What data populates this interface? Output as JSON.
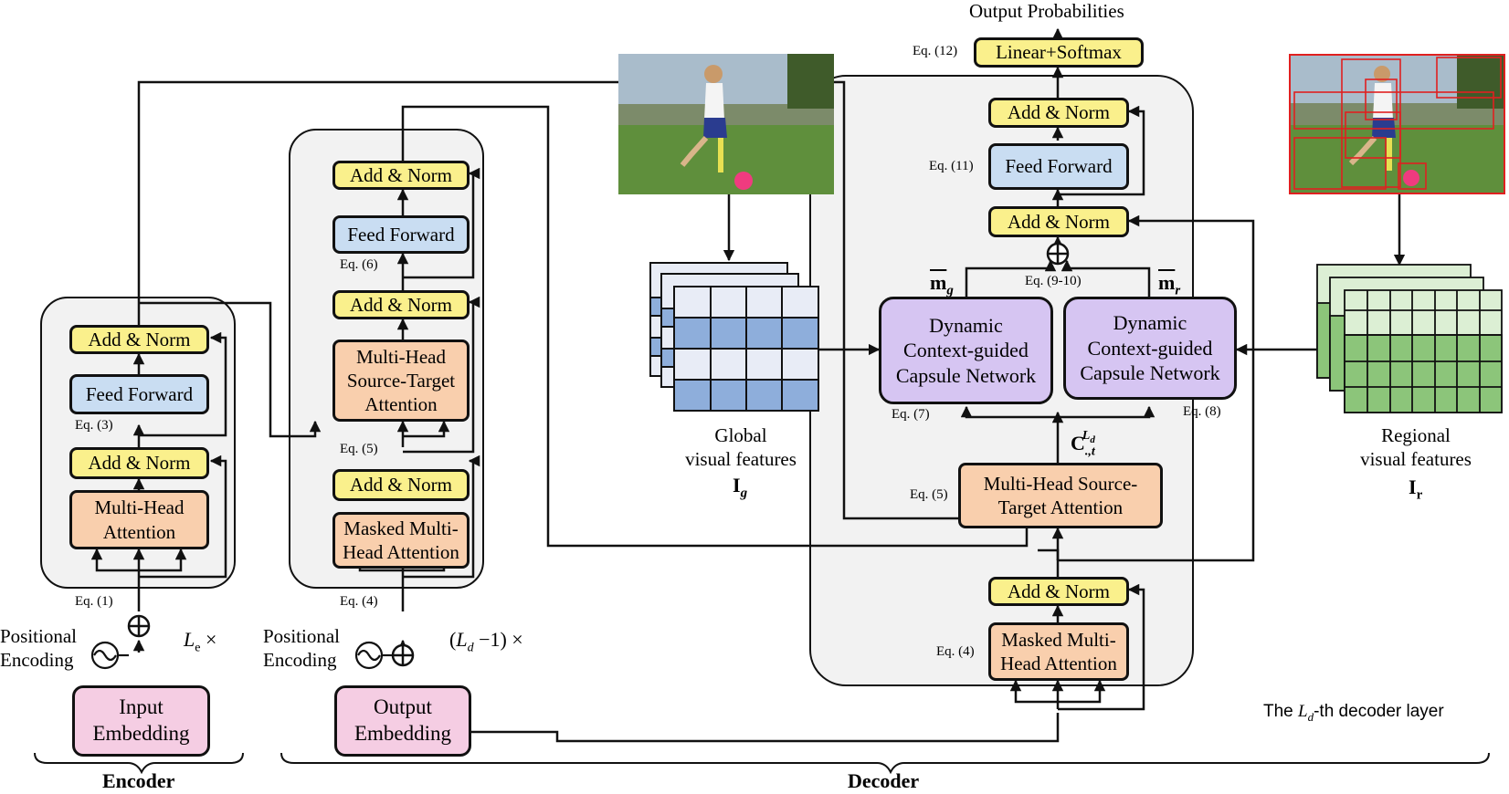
{
  "encoder": {
    "add_norm_top": "Add & Norm",
    "feed_forward": "Feed Forward",
    "add_norm_bottom": "Add & Norm",
    "multi_head_attention": "Multi-Head\nAttention",
    "input_embedding": "Input\nEmbedding",
    "positional_encoding": "Positional\nEncoding",
    "eq_ff": "Eq. (3)",
    "eq_attn": "Eq. (1)",
    "repeat": "L",
    "repeat_sub": "e",
    "repeat_times": " ×",
    "caption": "Encoder"
  },
  "decoder_stack": {
    "add_norm_top": "Add & Norm",
    "feed_forward": "Feed Forward",
    "eq_ff": "Eq. (6)",
    "add_norm_mid": "Add & Norm",
    "source_target_attention": "Multi-Head\nSource-Target\nAttention",
    "eq_st": "Eq. (5)",
    "add_norm_bottom": "Add & Norm",
    "masked_attention": "Masked Multi-\nHead Attention",
    "eq_masked": "Eq. (4)",
    "output_embedding": "Output\nEmbedding",
    "positional_encoding": "Positional\nEncoding",
    "repeat_open": "(",
    "repeat_var": "L",
    "repeat_sub": "d",
    "repeat_rest": " −1) ×"
  },
  "decoder_caption": "Decoder",
  "global_features": {
    "label": "Global\nvisual  features",
    "symbol": "I",
    "symbol_sub": "g"
  },
  "regional_features": {
    "label": "Regional\nvisual  features",
    "symbol": "I",
    "symbol_sub": "r"
  },
  "last_layer": {
    "output_probabilities": "Output Probabilities",
    "linear_softmax": "Linear+Softmax",
    "eq_softmax": "Eq. (12)",
    "add_norm_top": "Add & Norm",
    "feed_forward": "Feed Forward",
    "eq_ff": "Eq. (11)",
    "add_norm_mid": "Add & Norm",
    "eq_sum": "Eq. (9-10)",
    "m_g": "m",
    "m_g_sub": "g",
    "m_r": "m",
    "m_r_sub": "r",
    "capsule_global": "Dynamic\nContext-guided\nCapsule Network",
    "capsule_regional": "Dynamic\nContext-guided\nCapsule Network",
    "eq_capsule_global": "Eq. (7)",
    "eq_capsule_regional": "Eq. (8)",
    "context": "C",
    "context_sub": ".,t",
    "context_sup": "L",
    "context_sup_sub": "d",
    "source_target_attention": "Multi-Head Source-\nTarget Attention",
    "eq_st": "Eq. (5)",
    "add_norm_bottom": "Add & Norm",
    "masked_attention": "Masked Multi-\nHead Attention",
    "eq_masked": "Eq. (4)",
    "layer_caption_pre": "The ",
    "layer_caption_var": "L",
    "layer_caption_sub": "d",
    "layer_caption_post": "-th  decoder layer"
  },
  "colors": {
    "add_norm": "#faf08c",
    "feed_forward": "#c9ddf2",
    "attention": "#f9cfad",
    "embedding": "#f5cde3",
    "capsule": "#d6c5f2",
    "container": "#f2f2f2",
    "global_grid_light": "#e8ecf6",
    "global_grid_dark": "#8eaedb",
    "regional_grid_light": "#dcefd4",
    "regional_grid_dark": "#8cc57a",
    "region_box": "#e02020"
  }
}
